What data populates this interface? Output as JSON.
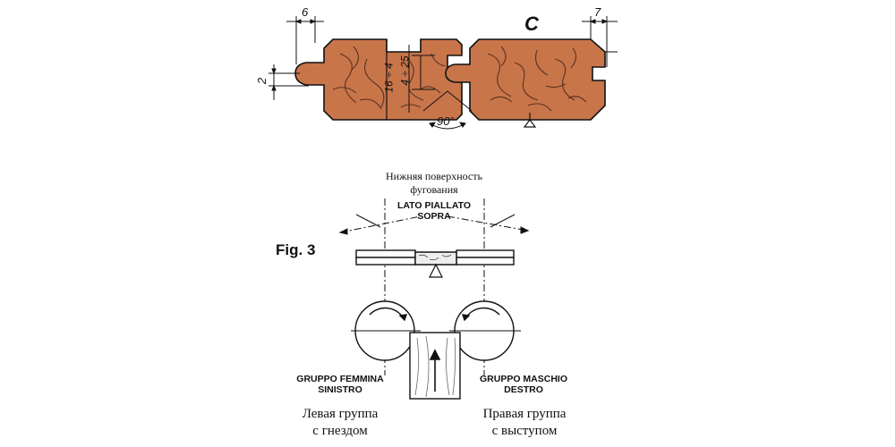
{
  "colors": {
    "wood": "#c8754a",
    "wood_dark": "#9c5233",
    "grain": "#5a3320",
    "line": "#111111"
  },
  "profile": {
    "dim_left_top": "6",
    "dim_left_side": "2",
    "dim_vertical_a": "16 ÷ 4",
    "dim_vertical_b": "4 ÷ 25",
    "angle": "90°",
    "label_c": "C",
    "dim_right_top": "7"
  },
  "fig3": {
    "figure_label": "Fig. 3",
    "ru_top_line1": "Нижняя поверхность",
    "ru_top_line2": "фугования",
    "it_top_line1": "LATO PIALLATO",
    "it_top_line2": "SOPRA",
    "it_left_line1": "GRUPPO FEMMINA",
    "it_left_line2": "SINISTRO",
    "it_right_line1": "GRUPPO MASCHIO",
    "it_right_line2": "DESTRO",
    "ru_left_line1": "Левая группа",
    "ru_left_line2": "с гнездом",
    "ru_right_line1": "Правая группа",
    "ru_right_line2": "с выступом"
  }
}
